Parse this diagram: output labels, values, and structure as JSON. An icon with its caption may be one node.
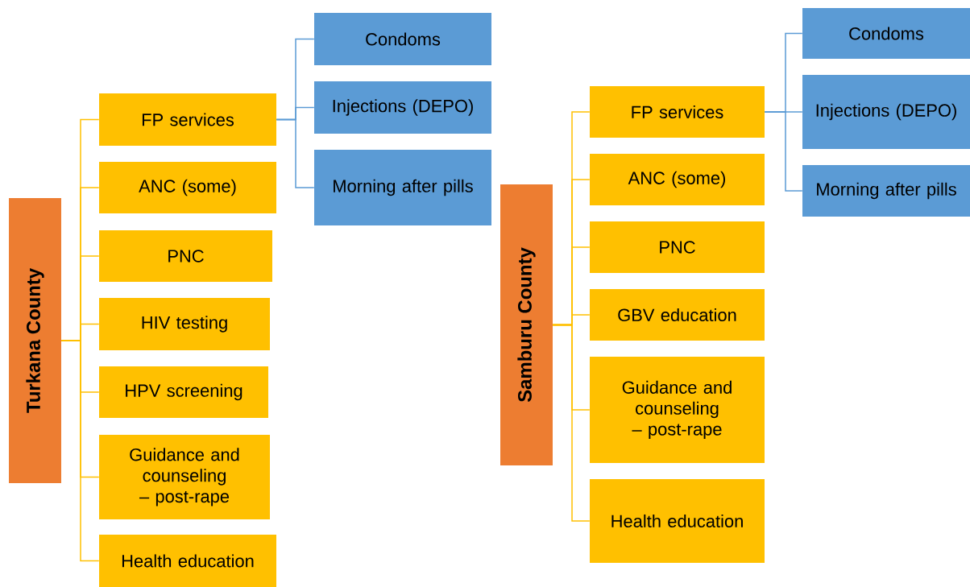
{
  "diagram": {
    "nodes": [
      {
        "text": [
          "Turkana County"
        ]
      },
      {
        "text": [
          "FP services"
        ]
      },
      {
        "text": [
          "ANC (some)"
        ]
      },
      {
        "text": [
          "PNC"
        ]
      },
      {
        "text": [
          "HIV testing"
        ]
      },
      {
        "text": [
          "HPV screening"
        ]
      },
      {
        "text": [
          "Guidance and counseling – post-rape"
        ]
      },
      {
        "text": [
          "Health education"
        ]
      },
      {
        "text": [
          "Condoms"
        ]
      },
      {
        "text": [
          "Injections (DEPO)"
        ]
      },
      {
        "text": [
          "Morning after pills"
        ]
      },
      {
        "text": [
          "Samburu County"
        ]
      },
      {
        "text": [
          "FP services"
        ]
      },
      {
        "text": [
          "ANC (some)"
        ]
      },
      {
        "text": [
          "PNC"
        ]
      },
      {
        "text": [
          "GBV education"
        ]
      },
      {
        "text": [
          "Guidance and counseling – post-rape"
        ]
      },
      {
        "text": [
          "Health education"
        ]
      },
      {
        "text": [
          "Condoms"
        ]
      },
      {
        "text": [
          "Injections (DEPO)"
        ]
      },
      {
        "text": [
          "Morning after pills"
        ]
      }
    ],
    "edges": [
      {
        "from": 0,
        "to": 1,
        "arrow": "none"
      },
      {
        "from": 0,
        "to": 2,
        "arrow": "none"
      },
      {
        "from": 0,
        "to": 3,
        "arrow": "none"
      },
      {
        "from": 0,
        "to": 4,
        "arrow": "none"
      },
      {
        "from": 0,
        "to": 5,
        "arrow": "none"
      },
      {
        "from": 0,
        "to": 6,
        "arrow": "none"
      },
      {
        "from": 0,
        "to": 7,
        "arrow": "none"
      },
      {
        "from": 1,
        "to": 8,
        "arrow": "none",
        "color": "#5b9bd5"
      },
      {
        "from": 1,
        "to": 9,
        "arrow": "none",
        "color": "#5b9bd5"
      },
      {
        "from": 1,
        "to": 10,
        "arrow": "none",
        "color": "#5b9bd5"
      },
      {
        "from": 11,
        "to": 12,
        "arrow": "none"
      },
      {
        "from": 11,
        "to": 13,
        "arrow": "none"
      },
      {
        "from": 11,
        "to": 14,
        "arrow": "none"
      },
      {
        "from": 11,
        "to": 15,
        "arrow": "none"
      },
      {
        "from": 11,
        "to": 16,
        "arrow": "none"
      },
      {
        "from": 11,
        "to": 17,
        "arrow": "none"
      },
      {
        "from": 12,
        "to": 18,
        "arrow": "none",
        "color": "#5b9bd5"
      },
      {
        "from": 12,
        "to": 19,
        "arrow": "none",
        "color": "#5b9bd5"
      },
      {
        "from": 12,
        "to": 20,
        "arrow": "none",
        "color": "#5b9bd5"
      }
    ]
  }
}
